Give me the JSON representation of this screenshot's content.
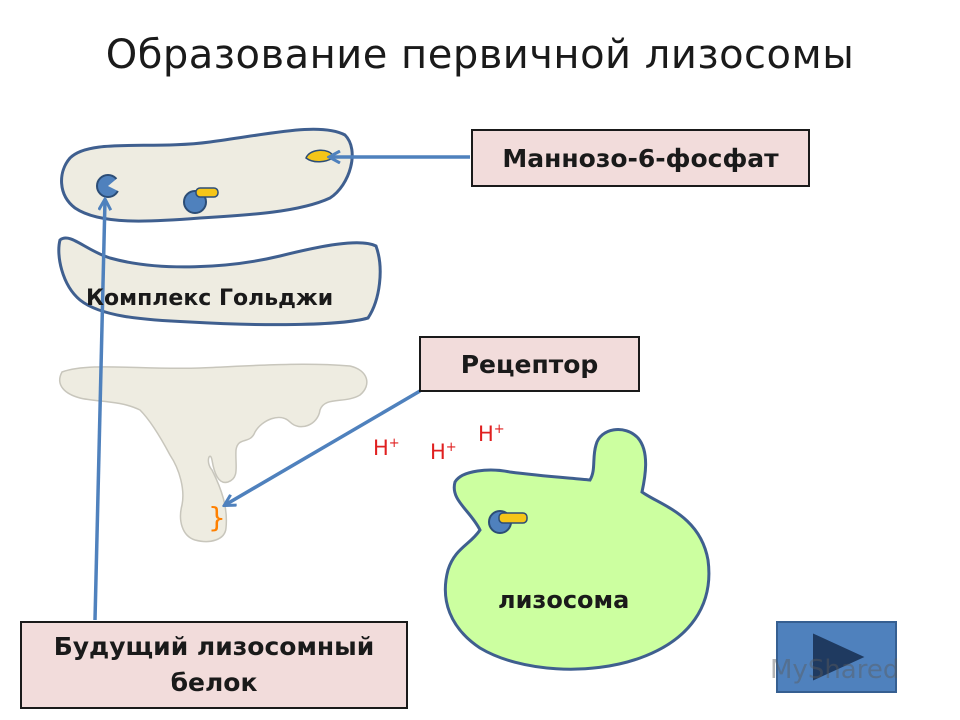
{
  "title": "Образование первичной лизосомы",
  "labels": {
    "mannose": "Маннозо-6-фосфат",
    "golgi": "Комплекс Гольджи",
    "receptor": "Рецептор",
    "protein": "Будущий лизосомный белок",
    "lysosome": "лизосома",
    "proton": "H",
    "proton_charge": "+",
    "bracket": "}"
  },
  "nav": {
    "icon": "play-triangle-icon"
  },
  "watermark": "MyShared",
  "colors": {
    "organelle_fill": "#eeece1",
    "organelle_stroke": "#3f5f8f",
    "lysosome_fill": "#ccffa0",
    "arrow": "#4f81bd",
    "receptor_blue": "#4f81bd",
    "mannose_yellow": "#f5c518",
    "label_box_fill": "#f2dcdb",
    "proton_red": "#e02020",
    "bracket_orange": "#ff8000"
  }
}
